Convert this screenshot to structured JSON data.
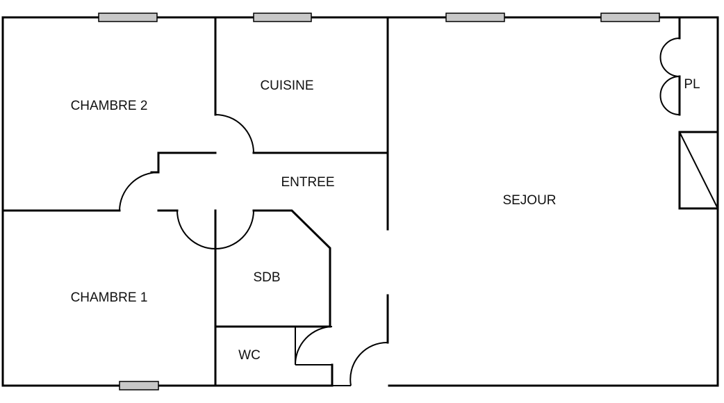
{
  "plan": {
    "rooms": {
      "chambre2": "CHAMBRE 2",
      "cuisine": "CUISINE",
      "entree": "ENTREE",
      "sejour": "SEJOUR",
      "placard": "PL",
      "sdb": "SDB",
      "chambre1": "CHAMBRE 1",
      "wc": "WC"
    },
    "colors": {
      "wall": "#000000",
      "window": "#c8c8c8",
      "background": "#ffffff"
    }
  }
}
